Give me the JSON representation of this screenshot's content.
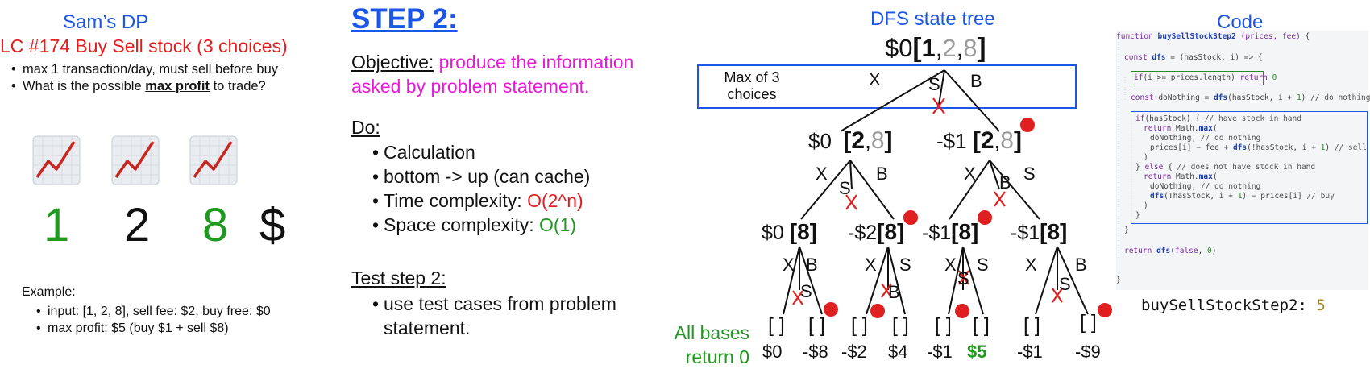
{
  "left": {
    "title": "Sam’s DP",
    "problem": "LC #174 Buy Sell stock (3 choices)",
    "bullets": [
      "max 1 transaction/day, must sell before buy",
      "What is the possible "
    ],
    "bullet2_bold": "max profit",
    "bullet2_tail": " to trade?",
    "prices": [
      "1",
      "2",
      "8"
    ],
    "dollar": "$",
    "example_label": "Example:",
    "example_items": [
      "input: [1, 2, 8], sell fee: $2, buy free: $0",
      "max profit: $5 (buy $1 + sell $8)"
    ]
  },
  "step": {
    "title": "STEP 2:",
    "objective_label": "Objective:",
    "objective_text1": " produce the information",
    "objective_text2": "asked by problem statement.",
    "do_label": "Do:",
    "do_items": [
      "Calculation",
      "bottom -> up (can cache)",
      "Time complexity: ",
      "Space complexity: "
    ],
    "time_value": "O(2^n)",
    "space_value": "O(1)",
    "test_label": "Test step 2:",
    "test_item_line1": "use test cases from problem",
    "test_item_line2": "statement."
  },
  "tree": {
    "title": "DFS state tree",
    "root_money": "$0",
    "root_prices": [
      "1",
      "2",
      "8"
    ],
    "choices_box": "Max of 3 choices",
    "choices_line1": "Max of 3",
    "choices_line2": "choices",
    "root_edges": [
      "X",
      "S",
      "B"
    ],
    "level1": [
      {
        "money": "$0",
        "p1": "2",
        "p2": "8",
        "edges": [
          "X",
          "S",
          "B"
        ]
      },
      {
        "money": "-$1",
        "p1": "2",
        "p2": "8",
        "edges": [
          "X",
          "B",
          "S"
        ]
      }
    ],
    "level2": [
      {
        "money": "$0",
        "p": "8",
        "edges": [
          "X",
          "B",
          "S"
        ]
      },
      {
        "money": "-$2",
        "p": "8",
        "edges": [
          "X",
          "S",
          "B"
        ]
      },
      {
        "money": "-$1",
        "p": "8",
        "edges": [
          "X",
          "S",
          "S"
        ]
      },
      {
        "money": "-$1",
        "p": "8",
        "edges": [
          "X",
          "B",
          "S"
        ]
      }
    ],
    "leaf_bracket": "[ ]",
    "leaf_values": [
      "$0",
      "-$8",
      "-$2",
      "$4",
      "-$1",
      "$5",
      "-$1",
      "-$9"
    ],
    "bases_line1": "All bases",
    "bases_line2": "return 0",
    "colors": {
      "green": "#1f9a1f",
      "red": "#e02020",
      "gray": "#9a9a9a",
      "blue": "#1a56e8"
    }
  },
  "code": {
    "title": "Code",
    "output_label": "buySellStockStep2:",
    "output_value": "5"
  }
}
